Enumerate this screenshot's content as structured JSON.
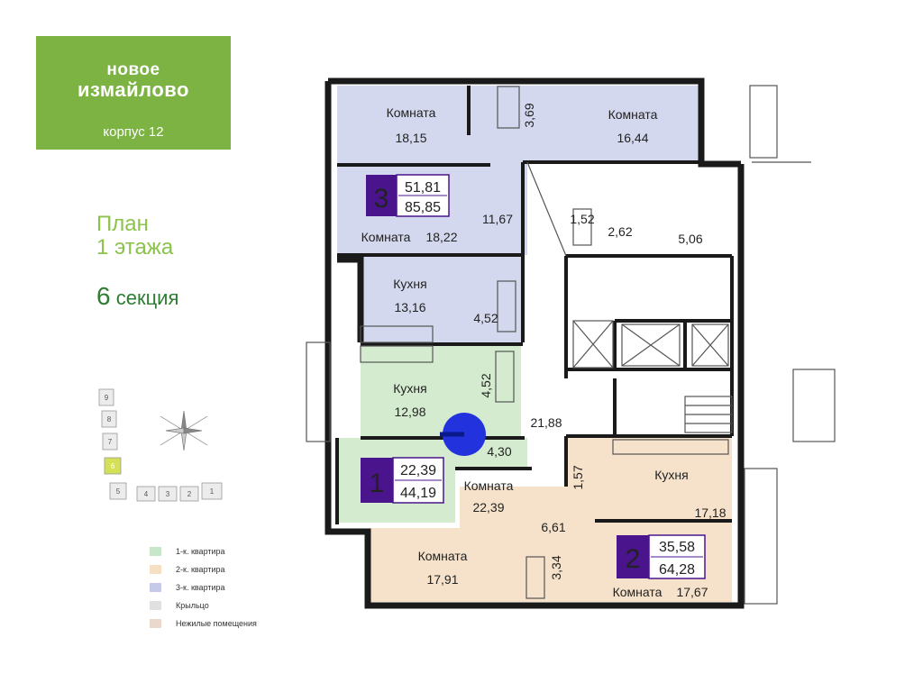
{
  "logo": {
    "line1": "новое",
    "line2": "измайлово",
    "building": "корпус 12"
  },
  "plan": {
    "line1": "План",
    "line2": "1 этажа",
    "section_number": "6",
    "section_word": "секция"
  },
  "map": {
    "sections": [
      "9",
      "8",
      "7",
      "6",
      "5",
      "4",
      "3",
      "2",
      "1"
    ],
    "highlighted": "6",
    "highlight_color": "#d4e157"
  },
  "legend": [
    {
      "label": "1-к. квартира",
      "color": "#c8e6c9"
    },
    {
      "label": "2-к. квартира",
      "color": "#f6dfc2"
    },
    {
      "label": "3-к. квартира",
      "color": "#c5cae9"
    },
    {
      "label": "Крыльцо",
      "color": "#e0e0e0"
    },
    {
      "label": "Нежилые помещения",
      "color": "#ead8cc"
    }
  ],
  "colors": {
    "green": "#d4ebcf",
    "peach": "#f6e2ca",
    "blue": "#d3d8ee",
    "badge": "#4a148c",
    "wall": "#1a1a1a",
    "viewpoint": "#2233dd"
  },
  "apartments": {
    "three": {
      "rooms": "3",
      "living": "51,81",
      "total": "85,85"
    },
    "one": {
      "rooms": "1",
      "living": "22,39",
      "total": "44,19"
    },
    "two": {
      "rooms": "2",
      "living": "35,58",
      "total": "64,28"
    }
  },
  "rooms": {
    "r1": {
      "name": "Комната",
      "area": "18,15"
    },
    "r2": {
      "name": "Комната",
      "area": "16,44"
    },
    "r3": {
      "name": "Комната",
      "area": "18,22"
    },
    "hall3": {
      "area": "11,67"
    },
    "bath3": {
      "area": "3,69"
    },
    "kitchen3": {
      "name": "Кухня",
      "area": "13,16"
    },
    "bath3b": {
      "area": "4,52"
    },
    "kitchen1": {
      "name": "Кухня",
      "area": "12,98"
    },
    "bath1": {
      "area": "4,52"
    },
    "hall1": {
      "area": "4,30"
    },
    "room1": {
      "name": "Комната",
      "area": "22,39"
    },
    "corridor": {
      "area": "21,88"
    },
    "s1": {
      "area": "1,52"
    },
    "s2": {
      "area": "2,62"
    },
    "s3": {
      "area": "5,06"
    },
    "kitchen2": {
      "name": "Кухня",
      "area": "17,18"
    },
    "wc2": {
      "area": "1,57"
    },
    "hall2": {
      "area": "6,61"
    },
    "room2a": {
      "name": "Комната",
      "area": "17,91"
    },
    "bath2": {
      "area": "3,34"
    },
    "room2b": {
      "name": "Комната",
      "area": "17,67"
    }
  }
}
